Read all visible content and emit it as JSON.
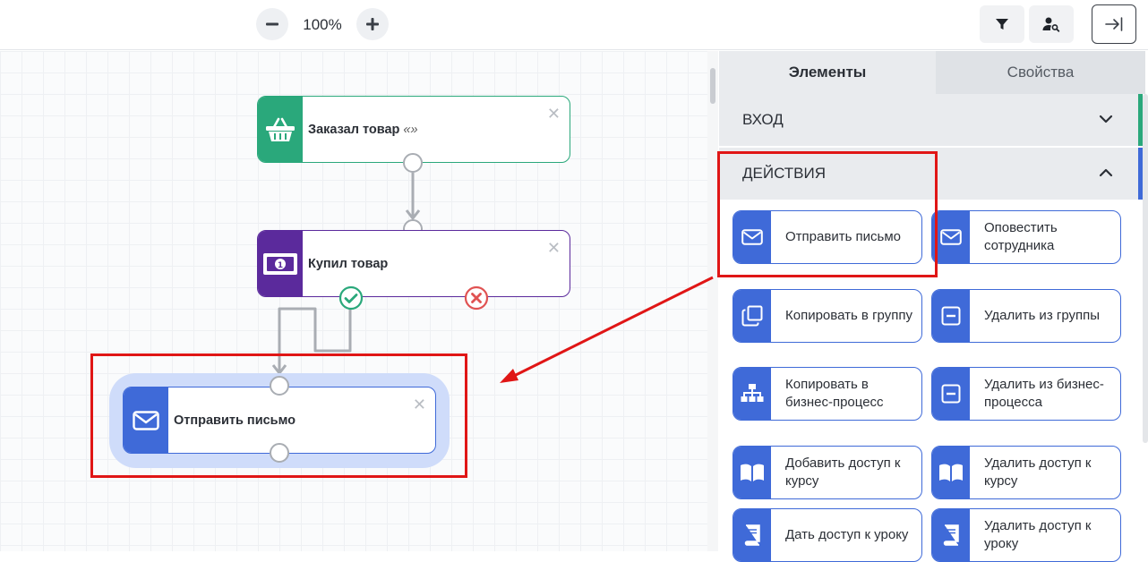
{
  "toolbar": {
    "zoom_out_icon": "minus-icon",
    "zoom_level": "100%",
    "zoom_in_icon": "plus-icon",
    "filter_icon": "filter-icon",
    "user_search_icon": "user-search-icon",
    "collapse_icon": "collapse-panel-icon"
  },
  "canvas": {
    "nodes": [
      {
        "title": "Заказал товар",
        "suffix": "«»",
        "color": "#2aa87b",
        "icon": "basket-icon"
      },
      {
        "title": "Купил товар",
        "color": "#5b2a9c",
        "icon": "money-icon"
      },
      {
        "title": "Отправить письмо",
        "color": "#3f6ad8",
        "icon": "envelope-icon"
      }
    ],
    "success_color": "#2aa87b",
    "fail_color": "#e05252",
    "highlight_color": "#e01616"
  },
  "panel": {
    "tabs": [
      "Элементы",
      "Свойства"
    ],
    "sections": [
      {
        "title": "ВХОД",
        "expanded": false
      },
      {
        "title": "ДЕЙСТВИЯ",
        "expanded": true
      }
    ],
    "actions": [
      {
        "label": "Отправить письмо",
        "icon": "envelope-icon"
      },
      {
        "label": "Оповестить сотрудника",
        "icon": "envelope-icon"
      },
      {
        "label": "Копировать в группу",
        "icon": "copy-icon"
      },
      {
        "label": "Удалить из группы",
        "icon": "minus-box-icon"
      },
      {
        "label": "Копировать в бизнес-процесс",
        "icon": "org-chart-icon"
      },
      {
        "label": "Удалить из бизнес-процесса",
        "icon": "minus-box-icon"
      },
      {
        "label": "Добавить доступ к курсу",
        "icon": "book-open-icon"
      },
      {
        "label": "Удалить доступ к курсу",
        "icon": "book-open-icon"
      },
      {
        "label": "Дать доступ к уроку",
        "icon": "book-icon"
      },
      {
        "label": "Удалить доступ к уроку",
        "icon": "book-icon"
      }
    ],
    "accent_colors": [
      "#2aa87b",
      "#3f6ad8"
    ]
  }
}
